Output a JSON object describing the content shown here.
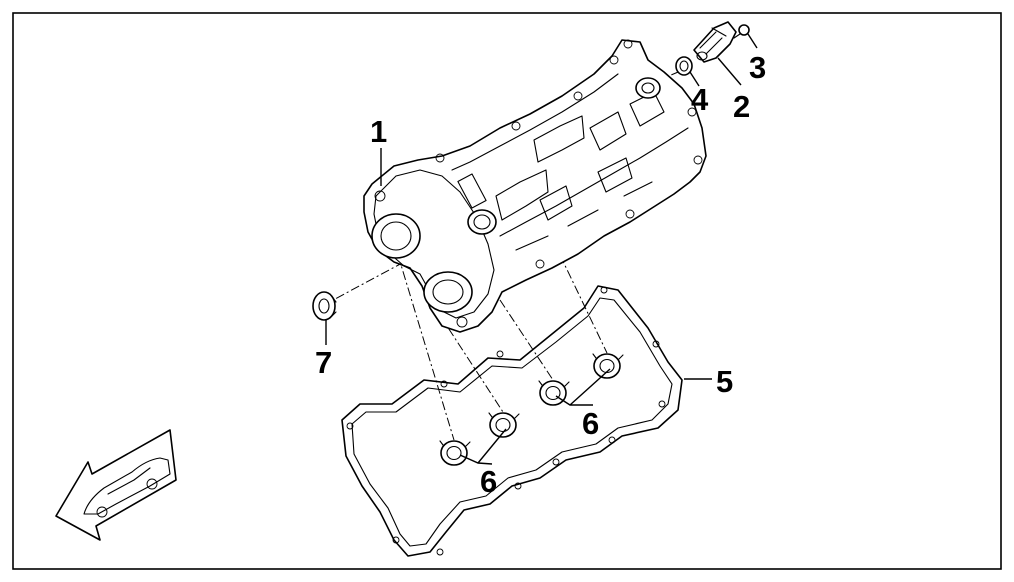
{
  "callouts": {
    "c1": "1",
    "c2": "2",
    "c3": "3",
    "c4": "4",
    "c5": "5",
    "c6a": "6",
    "c6b": "6",
    "c7": "7"
  },
  "icons": {
    "direction": "vehicle-front-direction-arrow-icon"
  },
  "colors": {
    "line": "#000000",
    "background": "#ffffff"
  }
}
